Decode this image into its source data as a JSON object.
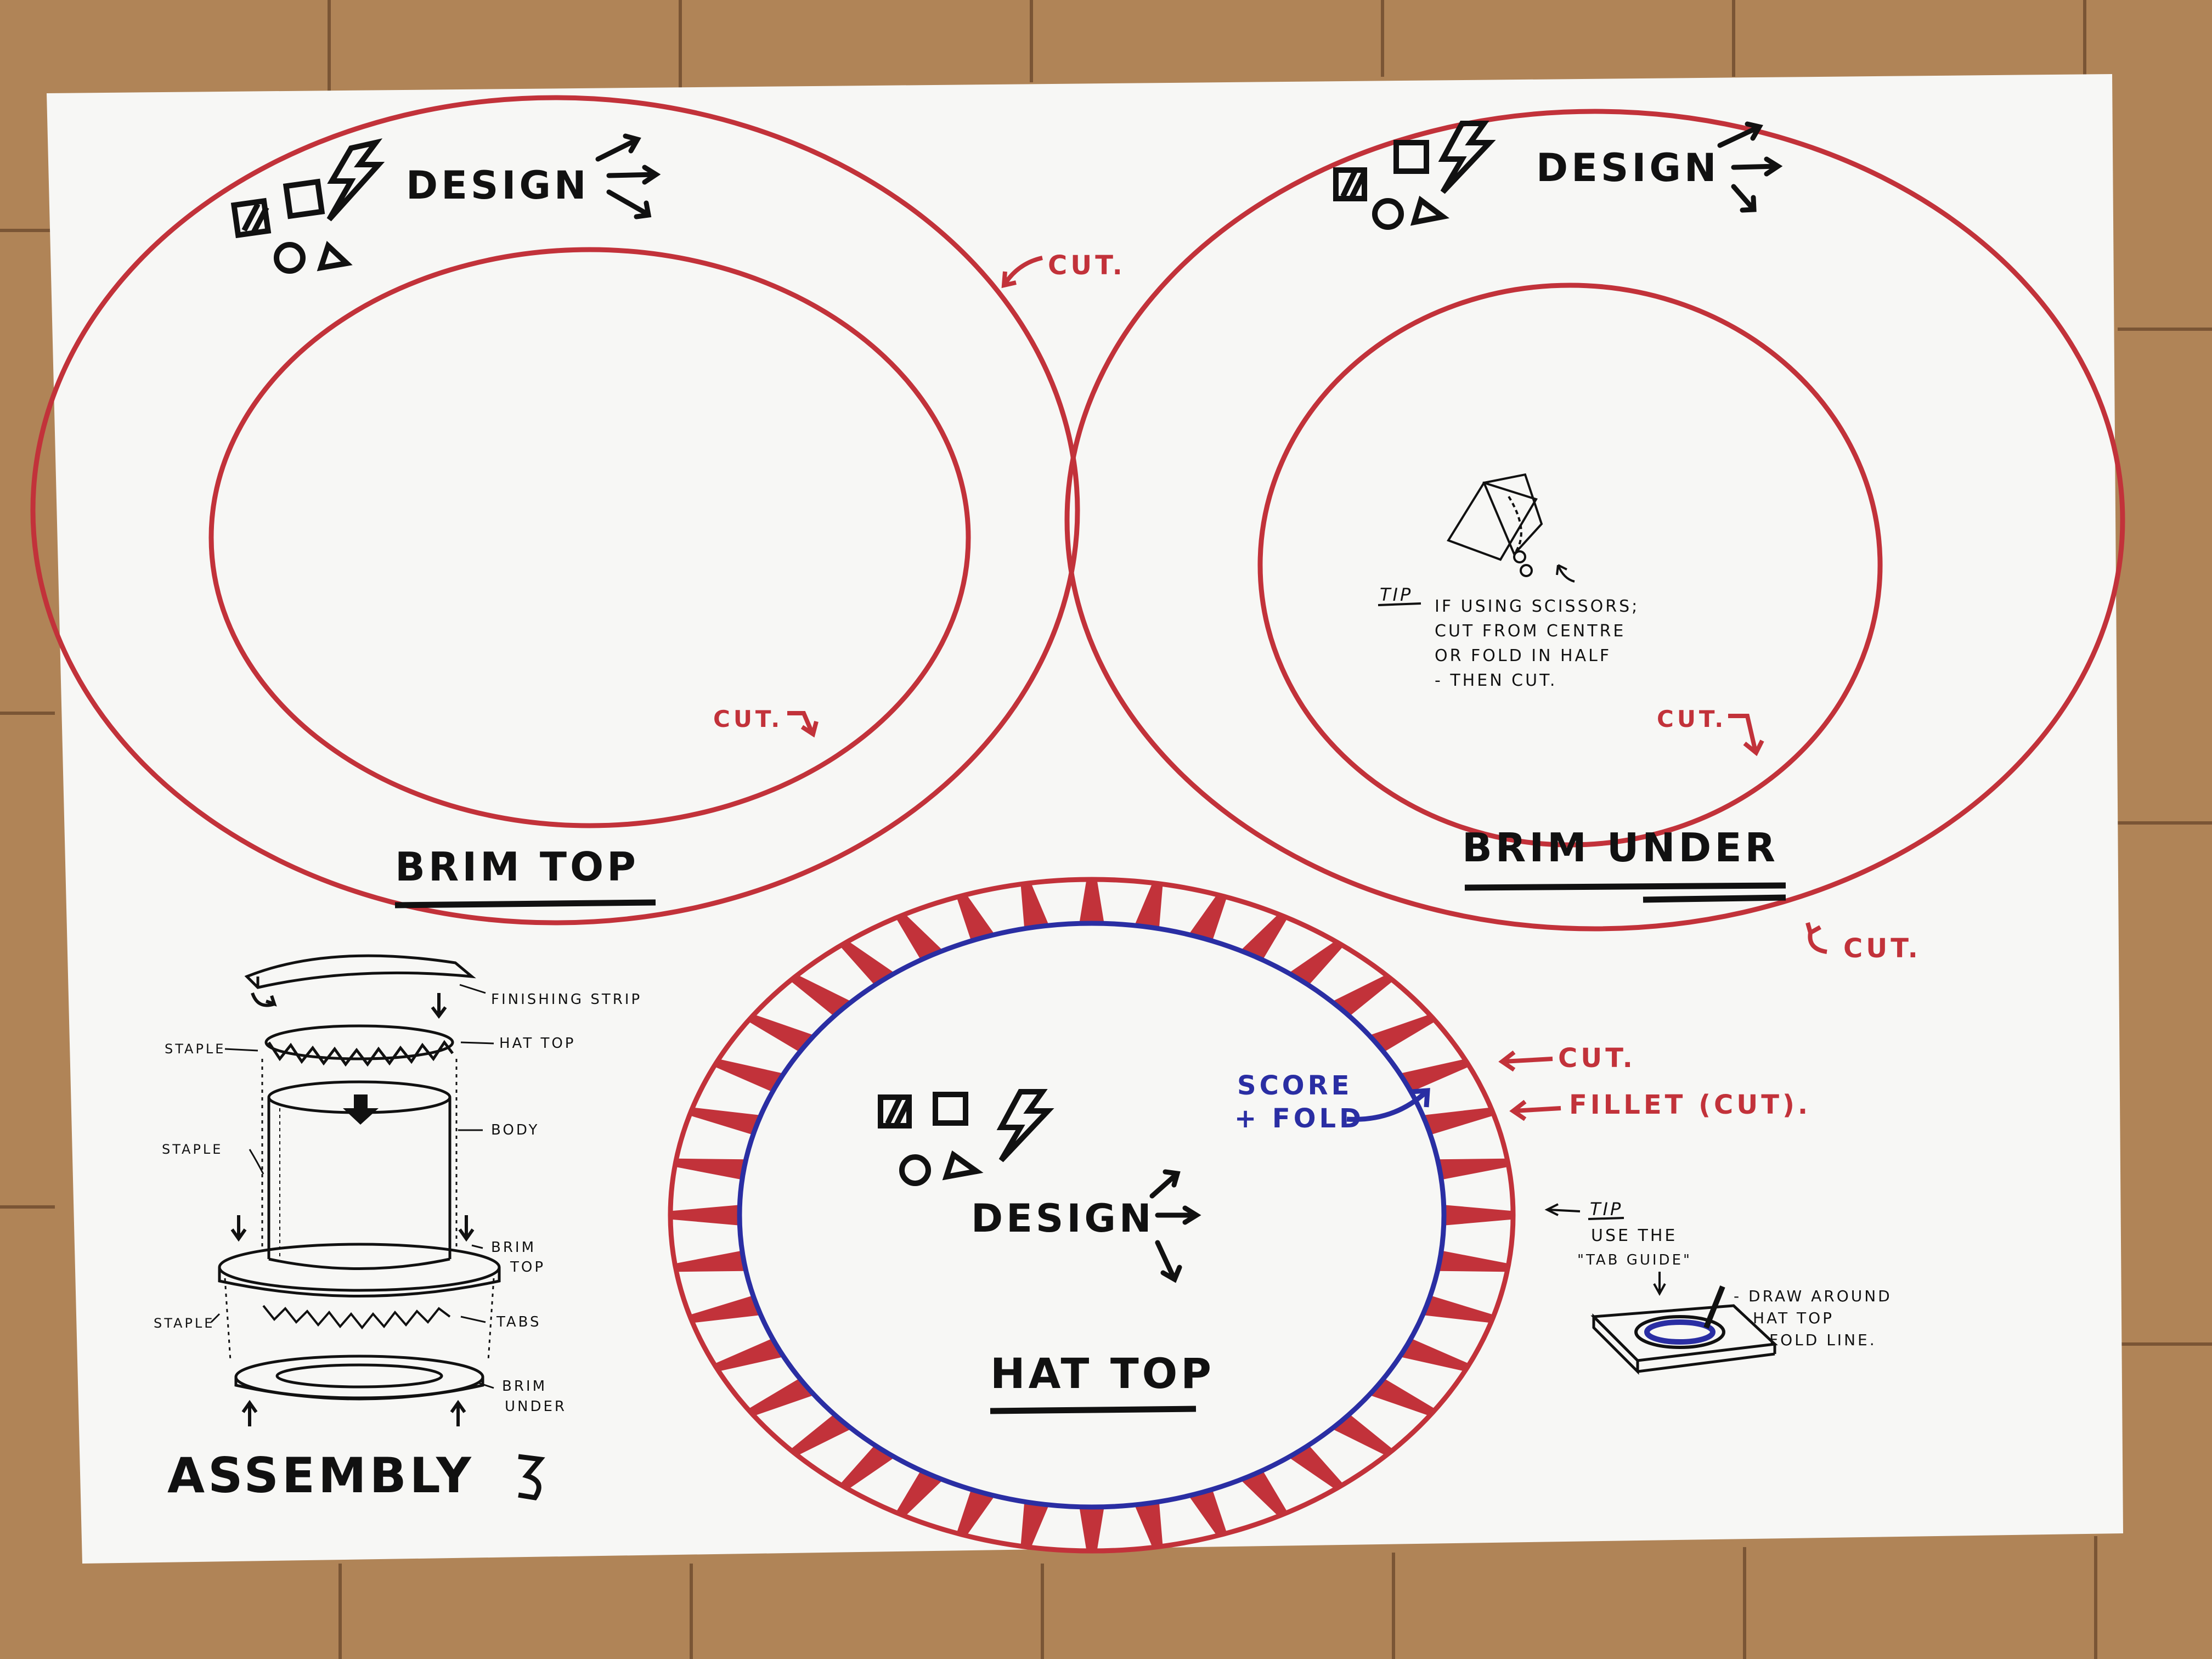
{
  "colors": {
    "floor": "#b08457",
    "floor_dark": "#8e6642",
    "sheet": "#f7f7f5",
    "cut_line": "#c2323a",
    "score_line": "#2a2ea3",
    "ink": "#111111"
  },
  "brim_top": {
    "design_label": "DESIGN",
    "cut_outer": "CUT.",
    "cut_inner": "CUT.",
    "title": "BRIM TOP"
  },
  "brim_under": {
    "design_label": "DESIGN",
    "tip_label": "TIP",
    "tip_lines": [
      "IF USING SCISSORS;",
      "CUT FROM CENTRE",
      "OR FOLD IN HALF",
      "- THEN CUT."
    ],
    "cut_inner": "CUT.",
    "cut_outer": "CUT.",
    "title": "BRIM UNDER"
  },
  "hat_top": {
    "design_label": "DESIGN",
    "score_line1": "SCORE",
    "score_line2": "+ FOLD",
    "cut_label": "CUT.",
    "fillet_label": "FILLET (CUT).",
    "title": "HAT TOP",
    "tab_count": 40
  },
  "tab_tip": {
    "tip_label": "TIP",
    "line1": "USE THE",
    "line2": "\"TAB GUIDE\"",
    "draw_lines": [
      "- DRAW AROUND",
      "HAT TOP",
      "FOLD LINE."
    ]
  },
  "assembly": {
    "labels": {
      "finishing_strip": "FINISHING STRIP",
      "hat_top": "HAT TOP",
      "staple_1": "STAPLE",
      "staple_2": "STAPLE",
      "body": "BODY",
      "brim_top_1": "BRIM",
      "brim_top_2": "TOP",
      "staple_3": "STAPLE",
      "tabs": "TABS",
      "brim_under_1": "BRIM",
      "brim_under_2": "UNDER"
    },
    "title": "ASSEMBLY"
  }
}
